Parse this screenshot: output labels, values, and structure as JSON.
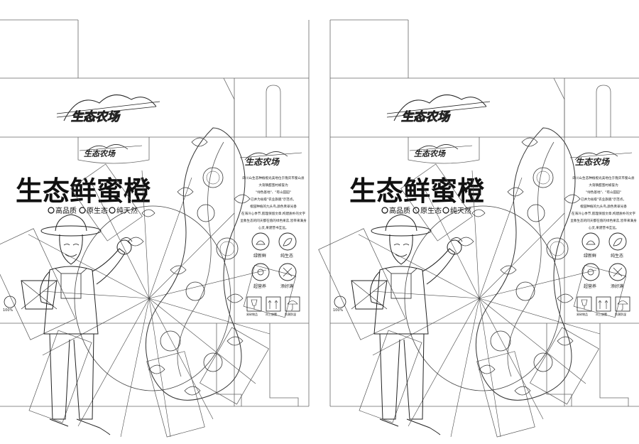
{
  "panels": [
    {
      "id": "left",
      "brand_logo": "生态农场",
      "product_title": "生态鲜蜜橙",
      "features": [
        "高品质",
        "原生态",
        "纯天然"
      ],
      "side_logo": "生态农场",
      "description_lines": [
        "四川山生态种植橙光美地位于隆庆市蜀山县",
        "大荡镇甜蜜村被誉为",
        "\"绿色基地\"、\"有山田园\"",
        "已并为省级\"农业旗舰\"示范点。",
        "橙园种植的九头鸟,颜色青翠光香",
        "在海冷心季节,肌理保留文章,构建质朴的文字",
        "呈象生态的同天都在值的绿色果蕊,皆带来满身",
        "心灵,果建营书互远。"
      ],
      "icons": [
        {
          "label": "绿新鲜",
          "icon": "fresh-icon"
        },
        {
          "label": "纯生态",
          "icon": "leaf-icon"
        },
        {
          "label": "超营养",
          "icon": "egg-icon"
        },
        {
          "label": "添好满",
          "icon": "utensils-icon"
        }
      ],
      "handling": [
        "易碎物品",
        "向上放置",
        "防潮防湿"
      ],
      "badge": "100%"
    },
    {
      "id": "right",
      "brand_logo": "生态农场",
      "product_title": "生态鲜蜜橙",
      "features": [
        "高品质",
        "原生态",
        "纯天然"
      ],
      "side_logo": "生态农场",
      "description_lines": [
        "四川山生态种植橙光美地位于隆庆市蜀山县",
        "大荡镇甜蜜村被誉为",
        "\"绿色基地\"、\"有山田园\"",
        "已并为省级\"农业旗舰\"示范点。",
        "橙园种植的九头鸟,颜色青翠光香",
        "在海冷心季节,肌理保留文章,构建质朴的文字",
        "呈象生态的同天都在值的绿色果蕊,皆带来满身",
        "心灵,果建营书互远。"
      ],
      "icons": [
        {
          "label": "绿新鲜",
          "icon": "fresh-icon"
        },
        {
          "label": "纯生态",
          "icon": "leaf-icon"
        },
        {
          "label": "超营养",
          "icon": "egg-icon"
        },
        {
          "label": "添好满",
          "icon": "utensils-icon"
        }
      ],
      "handling": [
        "易碎物品",
        "向上放置",
        "防潮防湿"
      ],
      "badge": "100%"
    }
  ]
}
